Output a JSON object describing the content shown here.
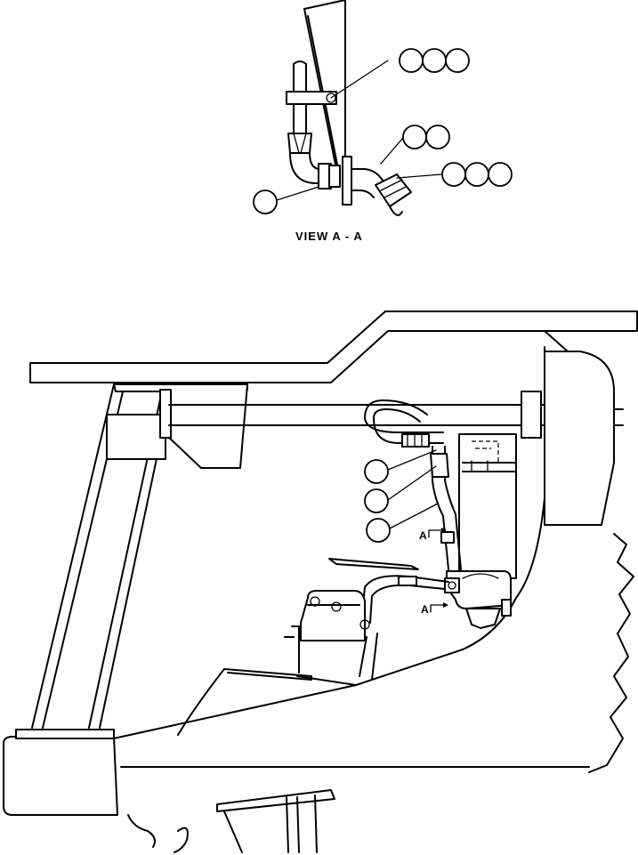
{
  "view_title": "VIEW A - A",
  "section_markers": [
    {
      "label": "A"
    },
    {
      "label": "A"
    }
  ],
  "callout_balloons": {
    "view_detail": [
      {
        "group": "top-right",
        "count": 3
      },
      {
        "group": "middle-right",
        "count": 2
      },
      {
        "group": "lower-right",
        "count": 3
      },
      {
        "group": "left",
        "count": 1
      }
    ],
    "main_view": [
      {
        "group": "left-1",
        "count": 1
      },
      {
        "group": "left-2",
        "count": 1
      },
      {
        "group": "left-3",
        "count": 1
      }
    ]
  },
  "colors": {
    "line": "#000000",
    "background": "#ffffff"
  }
}
